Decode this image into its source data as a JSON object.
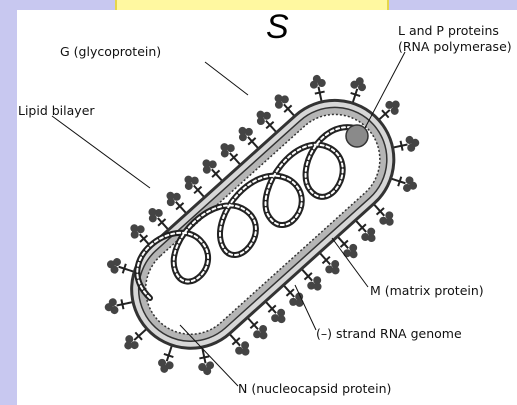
{
  "header": {
    "letter": "S"
  },
  "labels": {
    "glycoprotein": "G (glycoprotein)",
    "lp_line1": "L and P proteins",
    "lp_line2": "(RNA polymerase)",
    "lipid": "Lipid bilayer",
    "matrix": "M (matrix protein)",
    "genome": "(–) strand RNA genome",
    "nucleocapsid": "N (nucleocapsid protein)"
  },
  "colors": {
    "background": "#c8c8f0",
    "panel": "#ffffff",
    "band": "#fff8a0"
  }
}
